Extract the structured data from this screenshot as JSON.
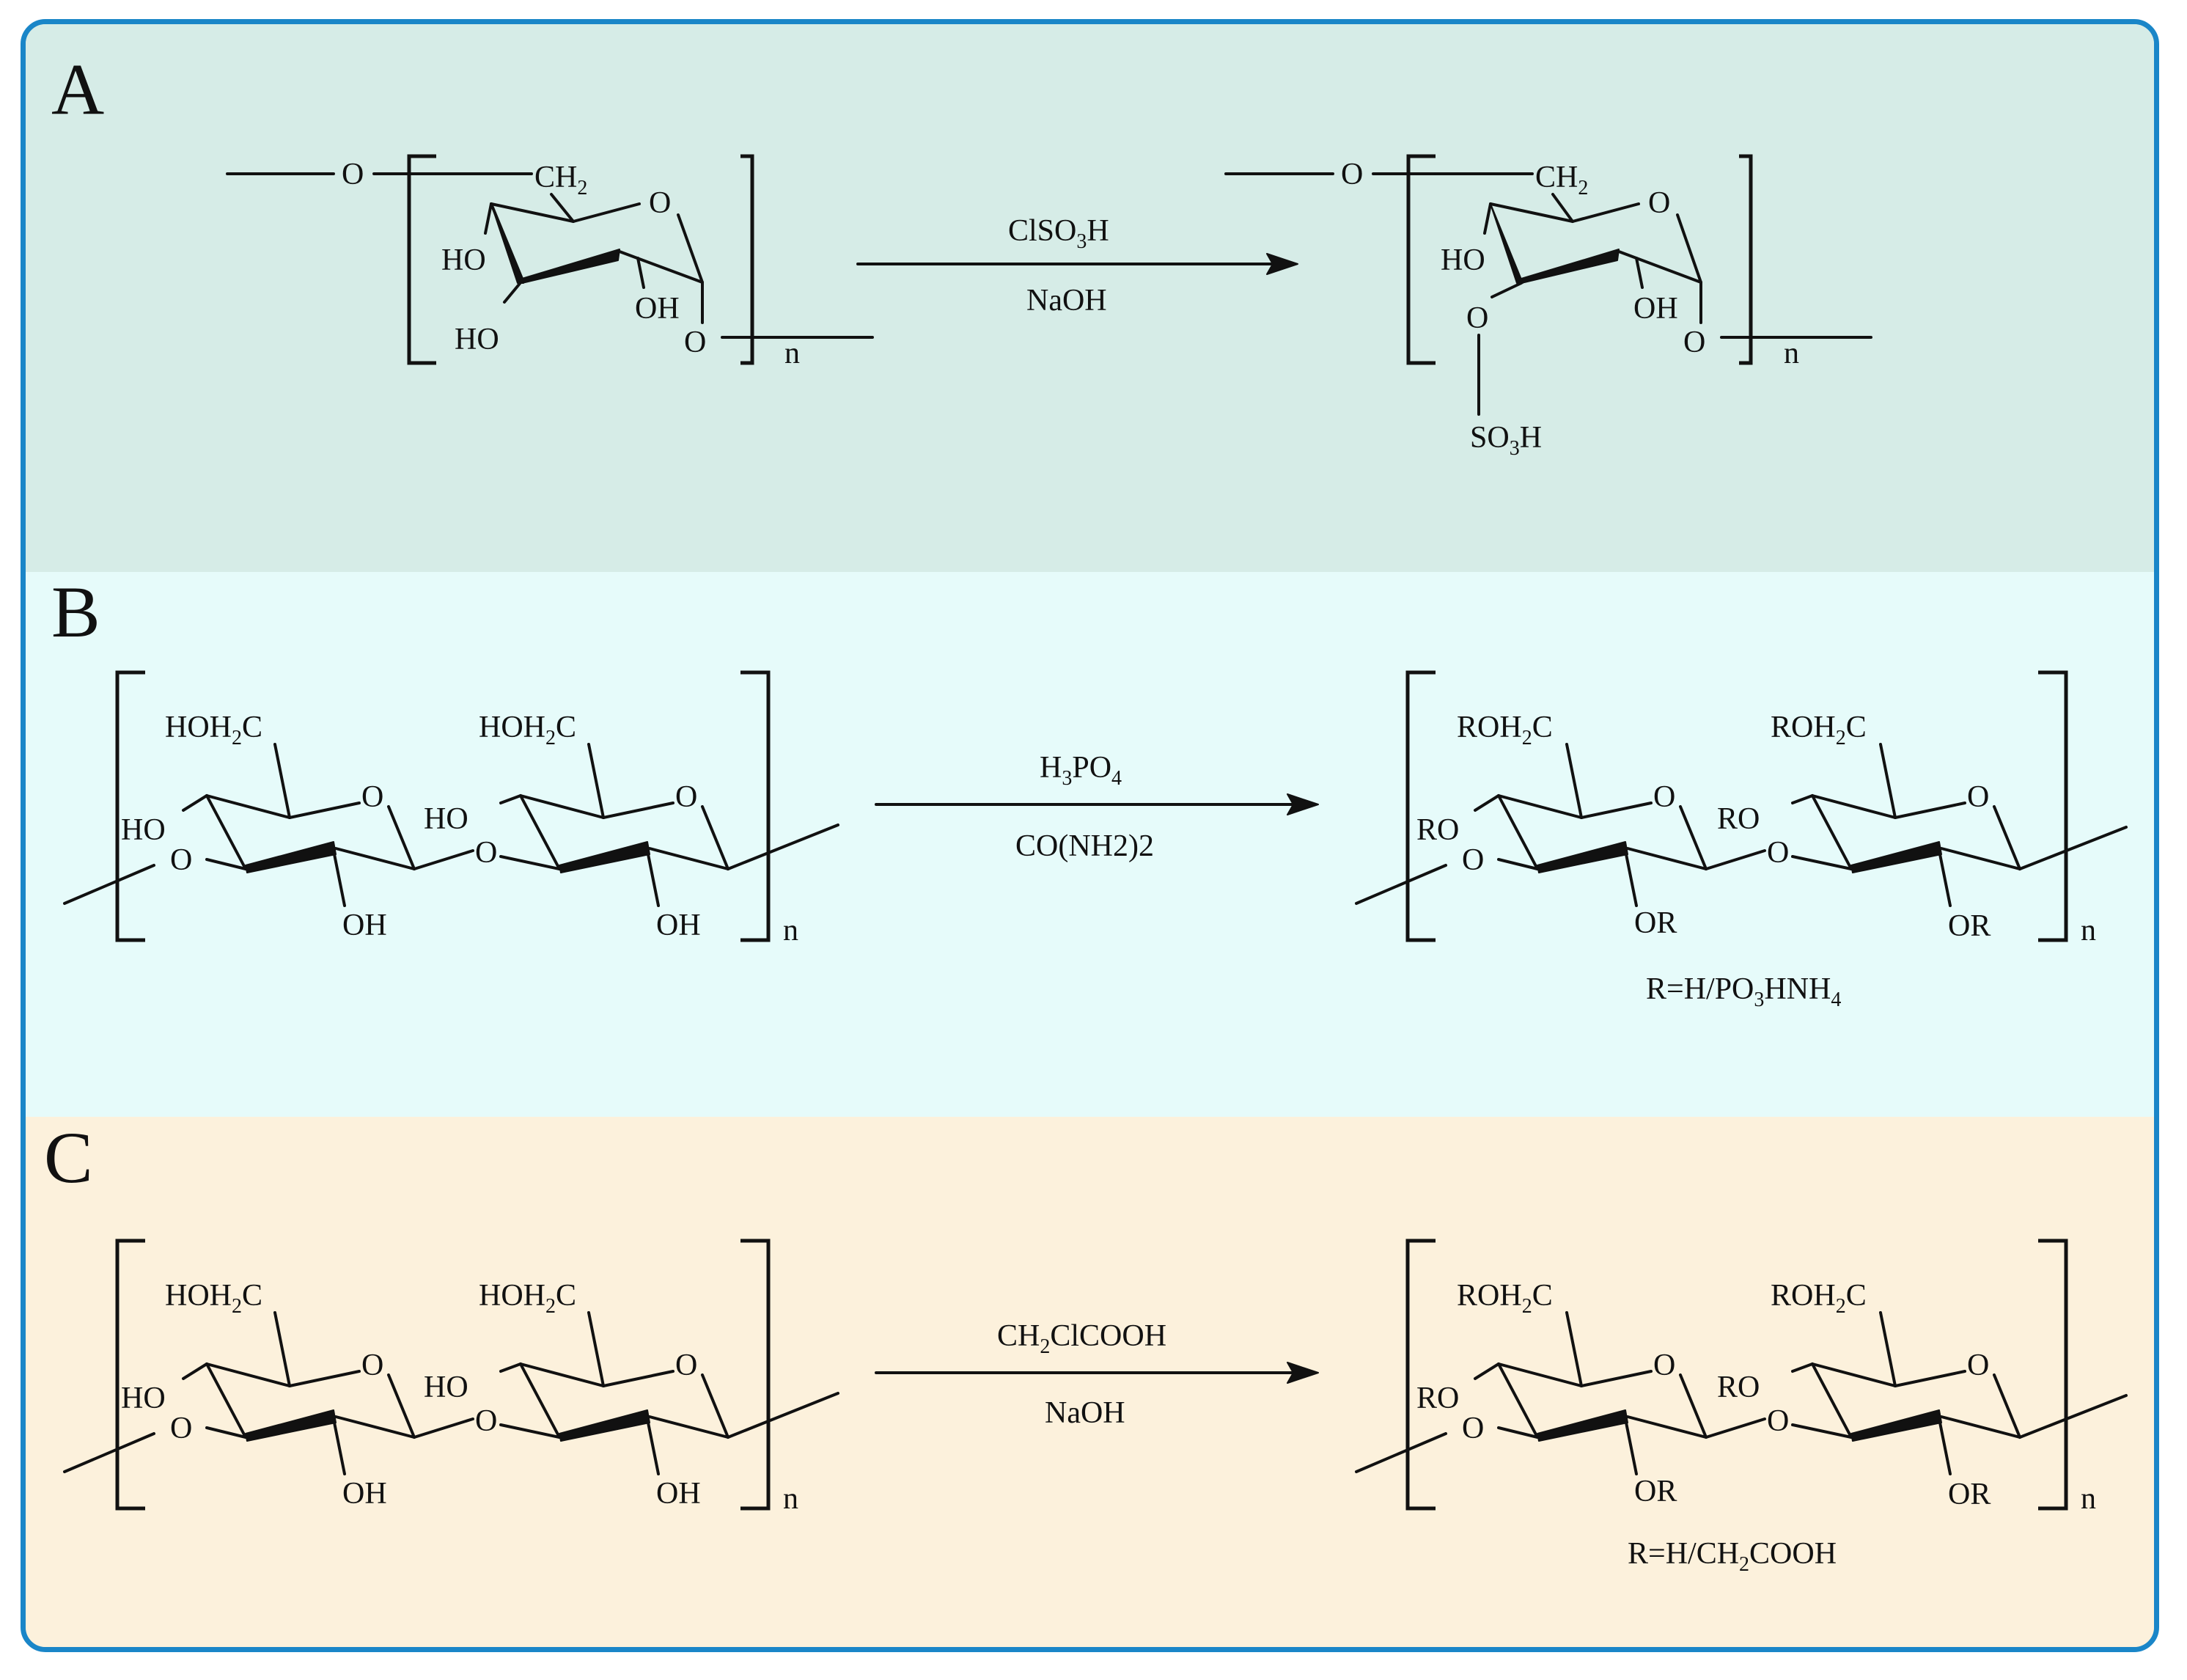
{
  "panels": [
    {
      "letter": "A",
      "color": "#d6ece7"
    },
    {
      "letter": "B",
      "color": "#e6fbfa"
    },
    {
      "letter": "C",
      "color": "#fcf1dc"
    }
  ],
  "a": {
    "left": {
      "o_left": "O",
      "ch2_main": "CH",
      "ch2_sub": "2",
      "ring_o": "O",
      "ho_c4": "HO",
      "oh_c2": "OH",
      "ho_c3": "HO",
      "o_link": "O",
      "n": "n"
    },
    "reagent_top": {
      "main1": "ClSO",
      "sub": "3",
      "main2": "H"
    },
    "reagent_bottom": "NaOH",
    "right": {
      "o_left": "O",
      "ch2_main": "CH",
      "ch2_sub": "2",
      "ring_o": "O",
      "ho_c4": "HO",
      "o_c3": "O",
      "oh_c2": "OH",
      "o_link": "O",
      "n": "n",
      "so3h_main1": "SO",
      "so3h_sub": "3",
      "so3h_main2": "H"
    }
  },
  "b": {
    "left": {
      "r1": {
        "ch_a": "HOH",
        "ch_sub": "2",
        "ch_b": "C",
        "ring_o": "O",
        "c4": "HO",
        "link_o": "O",
        "c2": "OH"
      },
      "r2": {
        "ch_a": "HOH",
        "ch_sub": "2",
        "ch_b": "C",
        "ring_o": "O",
        "c4": "HO",
        "link_o": "O",
        "c2": "OH"
      },
      "n": "n"
    },
    "reagent_top": {
      "main1": "H",
      "sub1": "3",
      "main2": "PO",
      "sub2": "4"
    },
    "reagent_bottom": "CO(NH2)2",
    "right": {
      "r1": {
        "ch_a": "ROH",
        "ch_sub": "2",
        "ch_b": "C",
        "ring_o": "O",
        "c4": "RO",
        "link_o": "O",
        "c2": "OR"
      },
      "r2": {
        "ch_a": "ROH",
        "ch_sub": "2",
        "ch_b": "C",
        "ring_o": "O",
        "c4": "RO",
        "link_o": "O",
        "c2": "OR"
      },
      "n": "n"
    },
    "r_note": {
      "main1": "R=H/PO",
      "sub1": "3",
      "main2": "HNH",
      "sub2": "4"
    }
  },
  "c": {
    "left": {
      "r1": {
        "ch_a": "HOH",
        "ch_sub": "2",
        "ch_b": "C",
        "ring_o": "O",
        "c4": "HO",
        "link_o": "O",
        "c2": "OH"
      },
      "r2": {
        "ch_a": "HOH",
        "ch_sub": "2",
        "ch_b": "C",
        "ring_o": "O",
        "c4": "HO",
        "link_o": "O",
        "c2": "OH"
      },
      "n": "n"
    },
    "reagent_top": {
      "main1": "CH",
      "sub1": "2",
      "main2": "ClCOOH"
    },
    "reagent_bottom": "NaOH",
    "right": {
      "r1": {
        "ch_a": "ROH",
        "ch_sub": "2",
        "ch_b": "C",
        "ring_o": "O",
        "c4": "RO",
        "link_o": "O",
        "c2": "OR"
      },
      "r2": {
        "ch_a": "ROH",
        "ch_sub": "2",
        "ch_b": "C",
        "ring_o": "O",
        "c4": "RO",
        "link_o": "O",
        "c2": "OR"
      },
      "n": "n"
    },
    "r_note": {
      "main1": "R=H/CH",
      "sub1": "2",
      "main2": "COOH"
    }
  }
}
